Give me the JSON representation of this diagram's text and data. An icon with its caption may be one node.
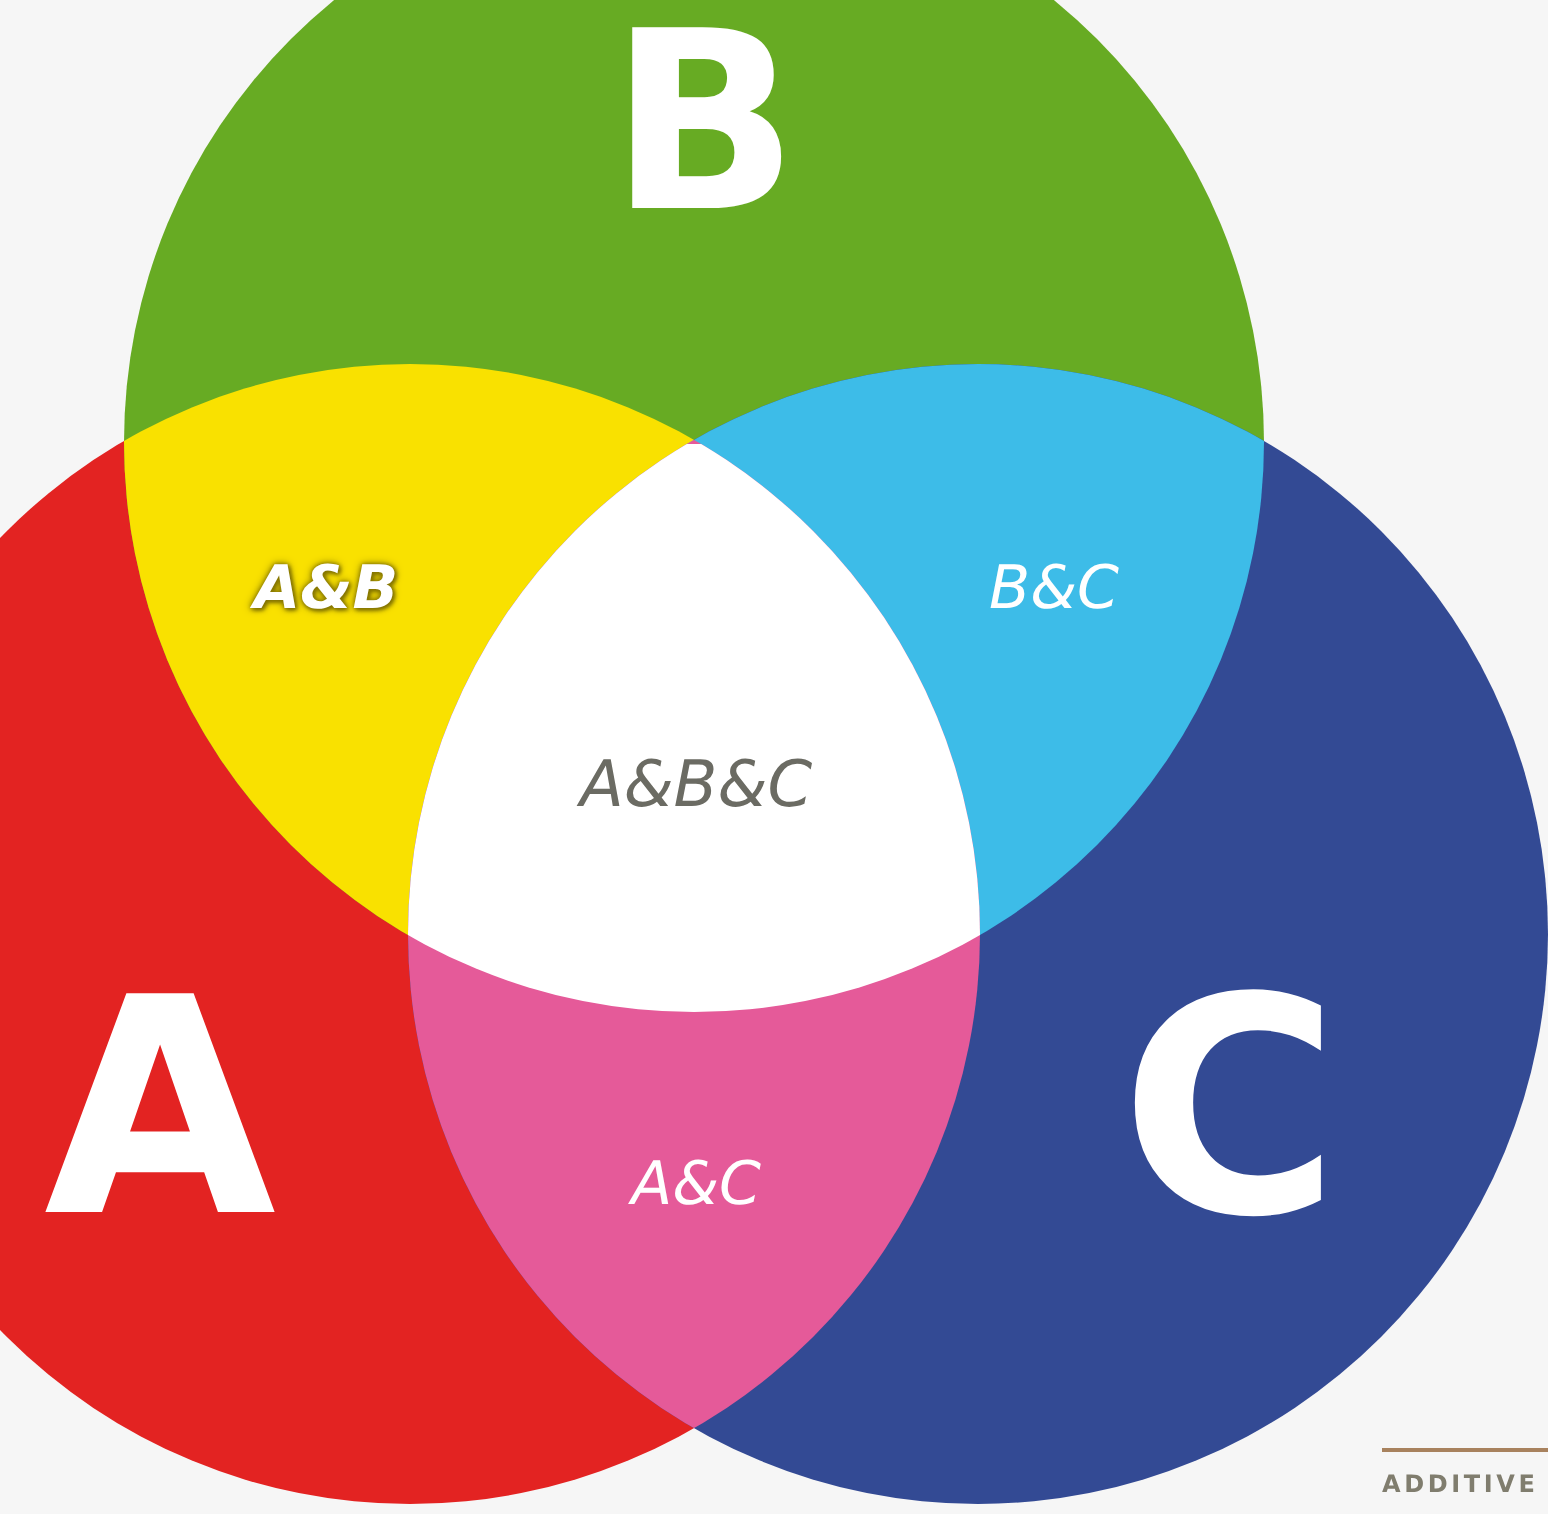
{
  "diagram": {
    "nodes": [
      {
        "text": [
          "A"
        ]
      },
      {
        "text": [
          "B"
        ]
      },
      {
        "text": [
          "C"
        ]
      },
      {
        "text": [
          "A&B"
        ]
      },
      {
        "text": [
          "B&C"
        ]
      },
      {
        "text": [
          "A&C"
        ]
      },
      {
        "text": [
          "A&B&C"
        ]
      }
    ],
    "labels": [
      "ADDITIVE"
    ]
  }
}
